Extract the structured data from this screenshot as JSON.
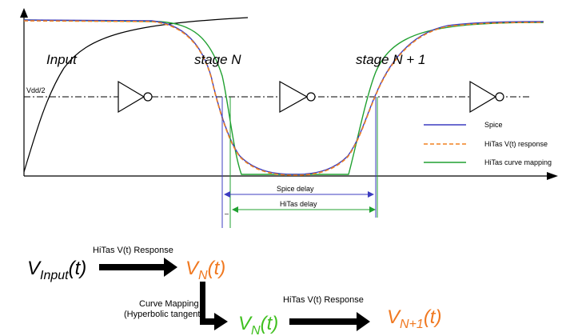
{
  "colors": {
    "spice": "#3c3cc0",
    "hitas_response": "#f08020",
    "hitas_mapping": "#20a030",
    "orange_text": "#f07820",
    "green_text": "#40c020",
    "axis": "#000000"
  },
  "plot": {
    "label_input": "Input",
    "label_stage_n": "stage N",
    "label_stage_n1": "stage N + 1",
    "label_vdd2": "Vdd/2"
  },
  "legend": {
    "spice": "Spice",
    "hitas_response": "HiTas V(t) response",
    "hitas_mapping": "HiTas curve mapping"
  },
  "delays": {
    "spice_delay": "Spice delay",
    "hitas_delay": "HiTas delay",
    "dash": "–"
  },
  "flow": {
    "v_input_v": "V",
    "v_input_sub": "Input",
    "v_input_t": "(t)",
    "arrow1_label": "HiTas V(t) Response",
    "vn_orange_v": "V",
    "vn_orange_sub": "N",
    "vn_orange_t": "(t)",
    "curve_mapping_line1": "Curve Mapping",
    "curve_mapping_line2": "(Hyperbolic tangent)",
    "vn_green_v": "V",
    "vn_green_sub": "N",
    "vn_green_t": "(t)",
    "arrow2_label": "HiTas V(t) Response",
    "vn1_v": "V",
    "vn1_sub": "N+1",
    "vn1_t": "(t)"
  }
}
